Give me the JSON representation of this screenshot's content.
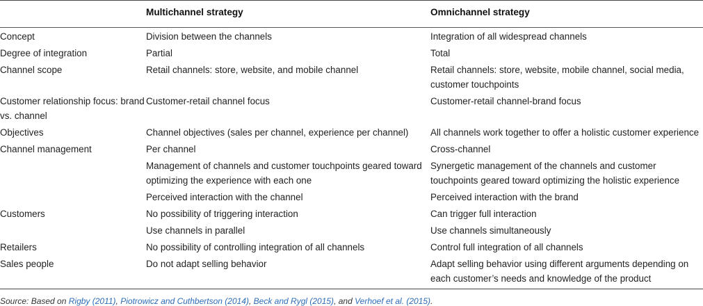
{
  "header": {
    "col0": "",
    "col1": "Multichannel strategy",
    "col2": "Omnichannel strategy"
  },
  "rows": [
    [
      "Concept",
      "Division between the channels",
      "Integration of all widespread channels"
    ],
    [
      "Degree of integration",
      "Partial",
      "Total"
    ],
    [
      "Channel scope",
      "Retail channels: store, website, and mobile channel",
      "Retail channels: store, website, mobile channel, social media, customer touchpoints"
    ],
    [
      "Customer relationship focus: brand vs. channel",
      "Customer-retail channel focus",
      "Customer-retail channel-brand focus"
    ],
    [
      "Objectives",
      "Channel objectives (sales per channel, experience per channel)",
      "All channels work together to offer a holistic customer experience"
    ],
    [
      "Channel management",
      "Per channel",
      "Cross-channel"
    ],
    [
      "",
      "Management of channels and customer touchpoints geared toward optimizing the experience with each one",
      "Synergetic management of the channels and customer touchpoints geared toward optimizing the holistic experience"
    ],
    [
      "",
      "Perceived interaction with the channel",
      "Perceived interaction with the brand"
    ],
    [
      "Customers",
      "No possibility of triggering interaction",
      "Can trigger full interaction"
    ],
    [
      "",
      "Use channels in parallel",
      "Use channels simultaneously"
    ],
    [
      "Retailers",
      "No possibility of controlling integration of all channels",
      "Control full integration of all channels"
    ],
    [
      "Sales people",
      "Do not adapt selling behavior",
      "Adapt selling behavior using different arguments depending on each customer’s needs and knowledge of the product"
    ]
  ],
  "source": {
    "prefix": "Source: Based on ",
    "ref1": "Rigby (2011)",
    "sep1": ", ",
    "ref2": "Piotrowicz and Cuthbertson (2014)",
    "sep2": ", ",
    "ref3": "Beck and Rygl (2015)",
    "sep3": ", and ",
    "ref4": "Verhoef et al. (2015)",
    "suffix": ".",
    "link_color": "#2d6cb8"
  }
}
